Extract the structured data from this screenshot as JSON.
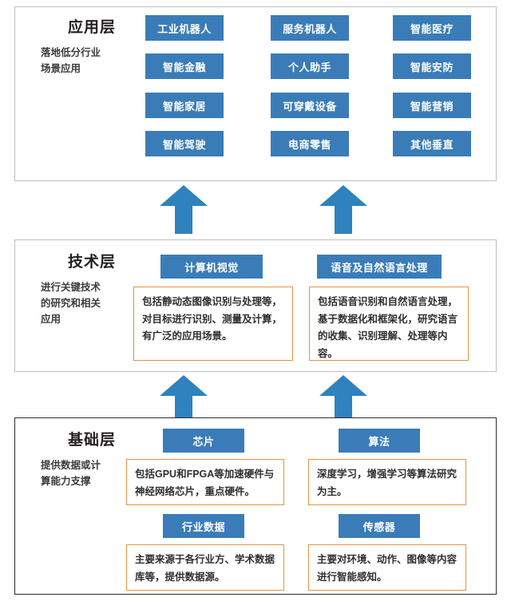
{
  "colors": {
    "chip_blue": "#3a7cb8",
    "arrow_blue": "#2e82bd",
    "desc_border_orange": "#e8933f",
    "panel_border_light": "#bfbfbf",
    "panel_border_dark": "#2b2b2b",
    "text_dark": "#231f20"
  },
  "application_layer": {
    "title": "应用层",
    "subtitle_line1": "落地低分行业",
    "subtitle_line2": "场景应用",
    "columns": [
      {
        "items": [
          "工业机器人",
          "智能金融",
          "智能家居",
          "智能驾驶"
        ]
      },
      {
        "items": [
          "服务机器人",
          "个人助手",
          "可穿戴设备",
          "电商零售"
        ]
      },
      {
        "items": [
          "智能医疗",
          "智能安防",
          "智能营销",
          "其他垂直"
        ]
      }
    ]
  },
  "technology_layer": {
    "title": "技术层",
    "subtitle_line1": "进行关键技术",
    "subtitle_line2": "的研究和相关",
    "subtitle_line3": "应用",
    "cards": [
      {
        "heading": "计算机视觉",
        "description": "包括静动态图像识别与处理等，对目标进行识别、测量及计算，有广泛的应用场景。"
      },
      {
        "heading": "语音及自然语言处理",
        "description": "包括语音识别和自然语言处理，基于数据化和框架化，研究语言的收集、识别理解、处理等内容。"
      }
    ]
  },
  "foundation_layer": {
    "title": "基础层",
    "subtitle_line1": "提供数据或计",
    "subtitle_line2": "算能力支撑",
    "cards": [
      {
        "heading": "芯片",
        "description": "包括GPU和FPGA等加速硬件与神经网络芯片，重点硬件。"
      },
      {
        "heading": "算法",
        "description": "深度学习，增强学习等算法研究为主。"
      },
      {
        "heading": "行业数据",
        "description": "主要来源于各行业方、学术数据库等，提供数据源。"
      },
      {
        "heading": "传感器",
        "description": "主要对环境、动作、图像等内容进行智能感知。"
      }
    ]
  },
  "arrows": {
    "upper_left": "up-arrow",
    "upper_right": "up-arrow",
    "lower_left": "up-arrow",
    "lower_right": "up-arrow"
  }
}
